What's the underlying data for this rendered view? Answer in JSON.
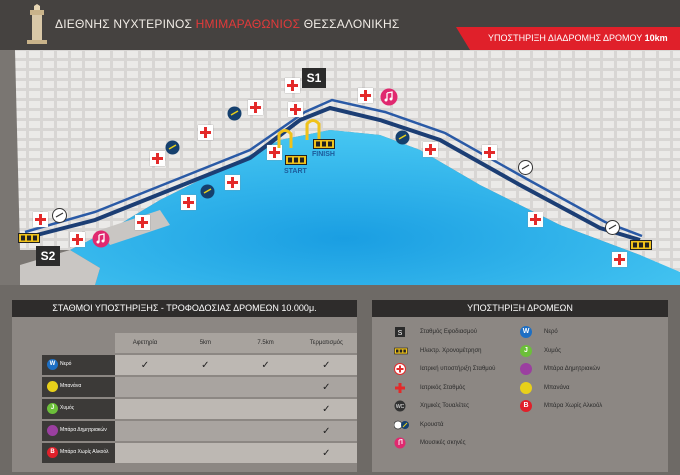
{
  "header": {
    "title_prefix": "ΔΙΕΘΝΗΣ ΝΥΧΤΕΡΙΝΟΣ ",
    "title_accent": "ΗΜΙΜΑΡΑΘΩΝΙΟΣ",
    "title_suffix": " ΘΕΣΣΑΛΟΝΙΚΗΣ",
    "banner_text": "ΥΠΟΣΤΗΡΙΞΗ ΔΙΑΔΡΟΜΗΣ ΔΡΟΜΟΥ ",
    "banner_bold": "10km"
  },
  "map": {
    "s1": "S1",
    "s2": "S2",
    "start": "START",
    "finish": "FINISH"
  },
  "stations_panel": {
    "title": "ΣΤΑΘΜΟΙ ΥΠΟΣΤΗΡΙΞΗΣ - ΤΡΟΦΟΔΟΣΙΑΣ ΔΡΟΜΕΩΝ 10.000μ.",
    "columns": [
      "Αφετηρία",
      "5km",
      "7.5km",
      "Τερματισμός"
    ],
    "rows": [
      {
        "icon": "W",
        "color": "#1d6fc4",
        "label": "Νερό",
        "checks": [
          true,
          true,
          true,
          true
        ]
      },
      {
        "icon": "",
        "color": "#e8d01a",
        "label": "Μπανάνα",
        "checks": [
          false,
          false,
          false,
          true
        ]
      },
      {
        "icon": "J",
        "color": "#6cbf3a",
        "label": "Χυμός",
        "checks": [
          false,
          false,
          false,
          true
        ]
      },
      {
        "icon": "",
        "color": "#9b3fa0",
        "label": "Μπάρα Δημητριακών",
        "checks": [
          false,
          false,
          false,
          true
        ]
      },
      {
        "icon": "B",
        "color": "#e0202a",
        "label": "Μπάρα Χωρίς Αλκοόλ",
        "checks": [
          false,
          false,
          false,
          true
        ]
      }
    ],
    "check_glyph": "✓"
  },
  "legend_panel": {
    "title": "ΥΠΟΣΤΗΡΙΞΗ ΔΡΟΜΕΩΝ",
    "left": [
      {
        "kind": "S",
        "label": "Σταθμός Εφοδιασμού"
      },
      {
        "kind": "timer",
        "label": "Ηλεκτρ. Χρονομέτρηση"
      },
      {
        "kind": "medic-circle",
        "label": "Ιατρική υποστήριξη Σταθμού"
      },
      {
        "kind": "cross",
        "label": "Ιατρικός Σταθμός"
      },
      {
        "kind": "wc",
        "label": "Χημικές Τουαλέτες"
      },
      {
        "kind": "percussion",
        "label": "Κρουστά"
      },
      {
        "kind": "music",
        "label": "Μουσικές σκηνές"
      }
    ],
    "right": [
      {
        "icon": "W",
        "color": "#1d6fc4",
        "label": "Νερό"
      },
      {
        "icon": "J",
        "color": "#6cbf3a",
        "label": "Χυμός"
      },
      {
        "icon": "",
        "color": "#9b3fa0",
        "label": "Μπάρα Δημητριακών"
      },
      {
        "icon": "",
        "color": "#e8d01a",
        "label": "Μπανάνα"
      },
      {
        "icon": "B",
        "color": "#e0202a",
        "label": "Μπάρα Χωρίς Αλκοόλ"
      }
    ],
    "wc_text": "WC"
  }
}
